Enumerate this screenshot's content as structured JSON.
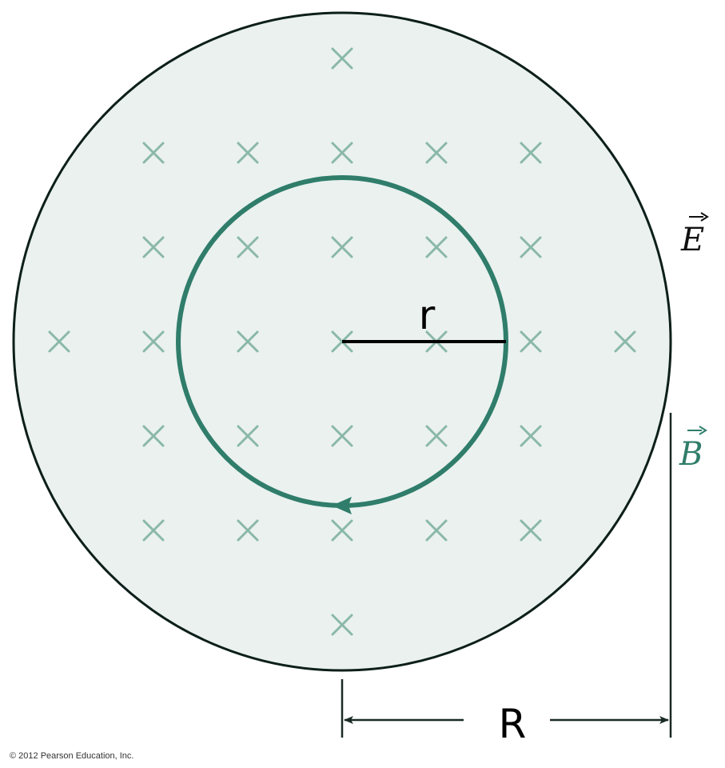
{
  "labels": {
    "electric_field": "E",
    "magnetic_field": "B",
    "inner_radius": "r",
    "outer_radius": "R",
    "copyright": "© 2012 Pearson Education, Inc."
  },
  "icons": {
    "field_marker": "cross-x-icon",
    "vector_arrow": "vector-arrow-icon",
    "direction_arrow": "arrowhead-icon"
  },
  "colors": {
    "region_fill": "#eaf1ef",
    "outline": "#0d1f1a",
    "loop": "#2f7d6a",
    "cross": "#8ab8a8",
    "b_label": "#2f7d6a",
    "e_label": "#111111",
    "dimension": "#1a2a25"
  }
}
